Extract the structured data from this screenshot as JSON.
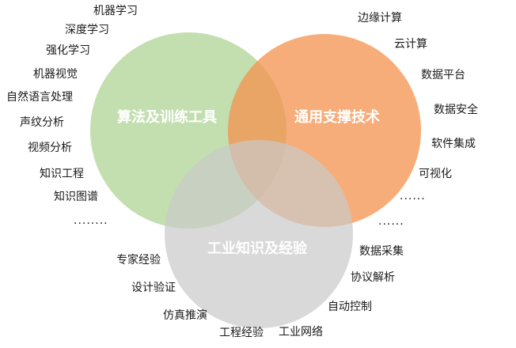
{
  "circles": {
    "algorithms": {
      "title": "算法及训练工具",
      "color": "#a9d18e"
    },
    "support": {
      "title": "通用支撑技术",
      "color": "#f4914e"
    },
    "industrial": {
      "title": "工业知识及经验",
      "color": "#c9c9c9"
    }
  },
  "left_items": [
    "机器学习",
    "深度学习",
    "强化学习",
    "机器视觉",
    "自然语言处理",
    "声纹分析",
    "视频分析",
    "知识工程",
    "知识图谱"
  ],
  "left_more": "........",
  "right_items": [
    "边缘计算",
    "云计算",
    "数据平台",
    "数据安全",
    "软件集成",
    "可视化"
  ],
  "right_more": "......",
  "mid_more": "......",
  "bottom_right_items": [
    "数据采集",
    "协议解析",
    "自动控制",
    "工业网络"
  ],
  "bottom_left_items": [
    "专家经验",
    "设计验证",
    "仿真推演",
    "工程经验"
  ]
}
